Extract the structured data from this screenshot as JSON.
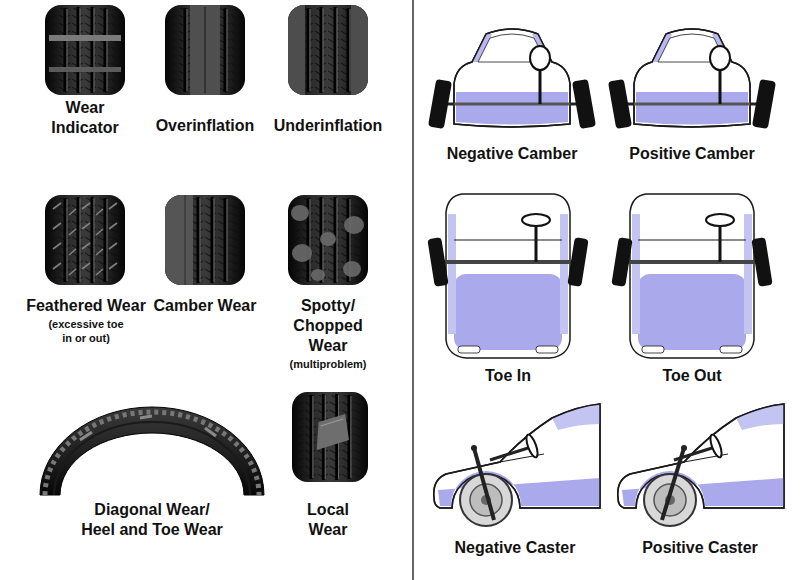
{
  "diagram": {
    "labels": [
      "Wear Indicator",
      "Overinflation",
      "Underinflation",
      "Feathered Wear",
      "(excessive toe in or out)",
      "Camber Wear",
      "Spotty/ Chopped Wear",
      "(multiproblem)",
      "Diagonal Wear/ Heel and Toe Wear",
      "Local Wear",
      "Negative Camber",
      "Positive Camber",
      "Toe In",
      "Toe Out",
      "Negative Caster",
      "Positive Caster"
    ]
  }
}
